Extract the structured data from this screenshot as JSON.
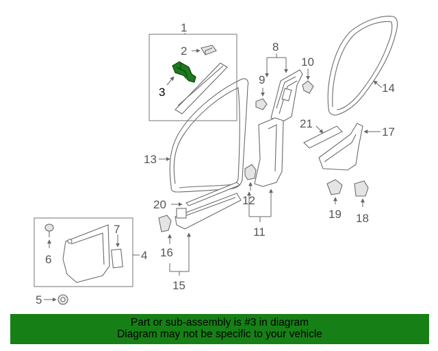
{
  "diagram": {
    "highlight_color": "#1d7a1d",
    "callouts": {
      "c1": "1",
      "c2": "2",
      "c3": "3",
      "c4": "4",
      "c5": "5",
      "c6": "6",
      "c7": "7",
      "c8": "8",
      "c9": "9",
      "c10": "10",
      "c11": "11",
      "c12": "12",
      "c13": "13",
      "c14": "14",
      "c15": "15",
      "c16": "16",
      "c17": "17",
      "c18": "18",
      "c19": "19",
      "c20": "20",
      "c21": "21"
    }
  },
  "banner": {
    "line1": "Part or sub-assembly is #3 in diagram",
    "line2": "Diagram may not be specific to your vehicle",
    "color": "#168016"
  }
}
